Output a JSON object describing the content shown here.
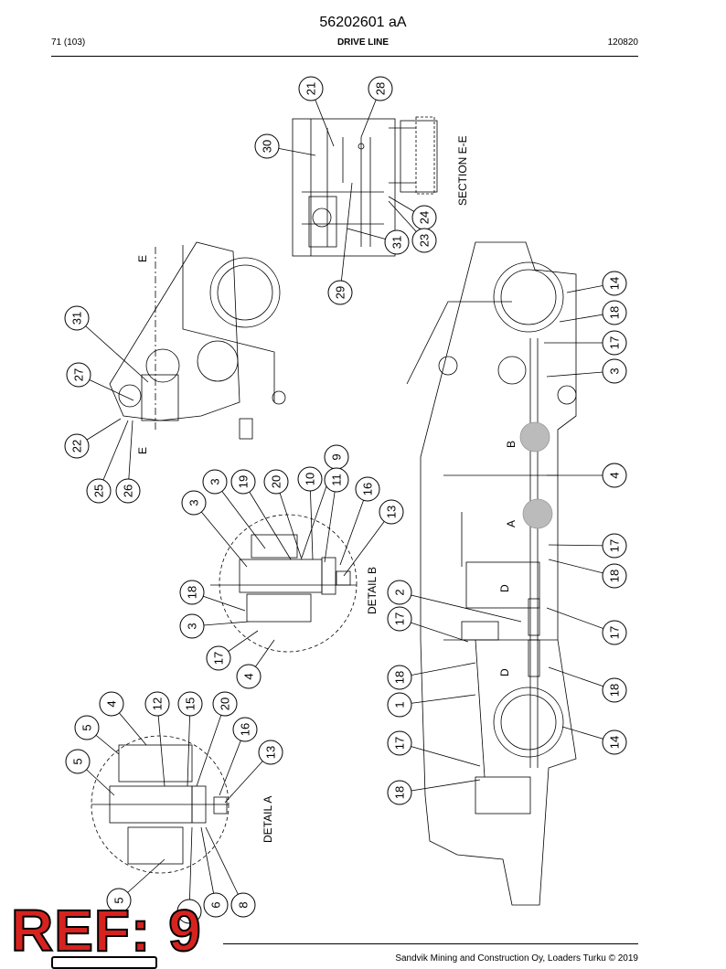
{
  "header": {
    "doc_number": "56202601 aA",
    "page": "71 (103)",
    "section_title": "DRIVE LINE",
    "code": "120820"
  },
  "views": {
    "section_label": "SECTION E-E",
    "section_marker": "E",
    "detail_a": "DETAIL A",
    "detail_b": "DETAIL B",
    "zone_a": "A",
    "zone_b": "B",
    "zone_d": "D"
  },
  "callouts": {
    "section_e": [
      "21",
      "28",
      "30",
      "24",
      "23",
      "31",
      "29"
    ],
    "upper_view": [
      "31",
      "27",
      "22",
      "25",
      "26"
    ],
    "detail_b": [
      "9",
      "3",
      "19",
      "20",
      "10",
      "11",
      "16",
      "13",
      "3",
      "18",
      "3",
      "17",
      "4"
    ],
    "detail_a": [
      "4",
      "12",
      "15",
      "20",
      "5",
      "16",
      "5",
      "13",
      "5",
      "7",
      "6",
      "8"
    ],
    "main_view": [
      "14",
      "18",
      "17",
      "3",
      "4",
      "17",
      "18",
      "17",
      "18",
      "14",
      "2",
      "17",
      "18",
      "1",
      "17",
      "18"
    ]
  },
  "stamp": {
    "text": "REF: 9",
    "color": "#d6231f"
  },
  "footer": {
    "copyright": "Sandvik Mining and Construction Oy, Loaders Turku © 2019"
  }
}
